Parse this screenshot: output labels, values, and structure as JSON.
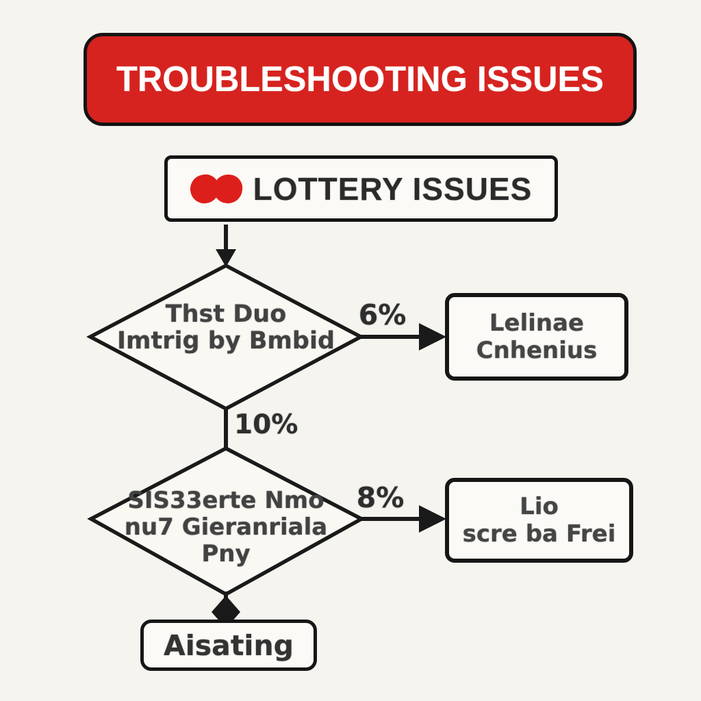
{
  "banner": {
    "label": "TROUBLESHOOTING ISSUES",
    "bg_color": "#d6231f",
    "text_color": "#ffffff"
  },
  "subtitle_box": {
    "label": "LOTTERY ISSUES",
    "icon": "two-lottery-balls-icon",
    "icon_color": "#dd1f1c"
  },
  "flow": {
    "decision1": {
      "line1": "Thst Duo",
      "line2": "Imtrig by Bmbid"
    },
    "edge_yes1": {
      "label": "6%"
    },
    "result1": {
      "line1": "Lelinae",
      "line2": "Cnhenius"
    },
    "edge_down": {
      "label": "10%"
    },
    "decision2": {
      "line1": "SIS33erte Nmo",
      "line2": "nu7 Gieranriala",
      "line3": "Pny"
    },
    "edge_yes2": {
      "label": "8%"
    },
    "result2": {
      "line1": "Lio",
      "line2": "scre ba Frei"
    },
    "terminal": {
      "label": "Aisating"
    }
  },
  "colors": {
    "background": "#f6f4ef",
    "ink": "#1a1a1a",
    "box_fill": "#fbfaf6",
    "flow_text": "#424242"
  }
}
